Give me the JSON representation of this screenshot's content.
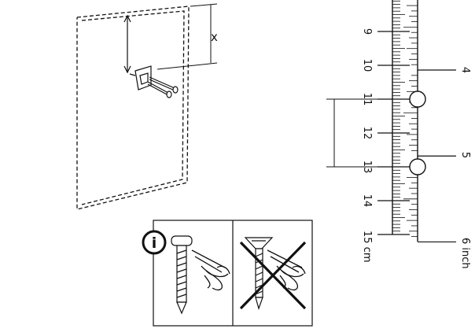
{
  "diagram": {
    "dimension_label": "x",
    "ruler": {
      "cm_labels": [
        "9",
        "10",
        "11",
        "12",
        "13",
        "14"
      ],
      "cm_end_label": "15 cm",
      "inch_labels": [
        "4",
        "5"
      ],
      "inch_end_label": "6 inch",
      "hole_marks_cm": [
        11,
        13
      ]
    },
    "info_icon": "i",
    "screw_panel": {
      "ok_item": "pan-head-screw",
      "not_ok_item": "countersunk-screw"
    }
  }
}
